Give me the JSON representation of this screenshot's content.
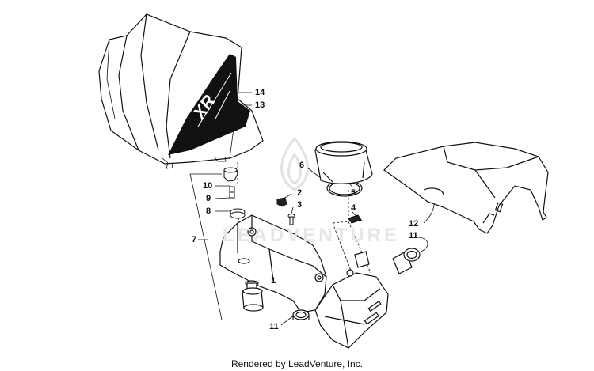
{
  "watermark_text": "LEADVENTURE",
  "footer_text": "Rendered by LeadVenture, Inc.",
  "decal_text": "XR",
  "callouts": {
    "c14": "14",
    "c13": "13",
    "c10": "10",
    "c9": "9",
    "c8": "8",
    "c7": "7",
    "c6": "6",
    "c5": "5",
    "c4": "4",
    "c3": "3",
    "c2": "2",
    "c1": "1",
    "c12": "12",
    "c11a": "11",
    "c11b": "11"
  }
}
